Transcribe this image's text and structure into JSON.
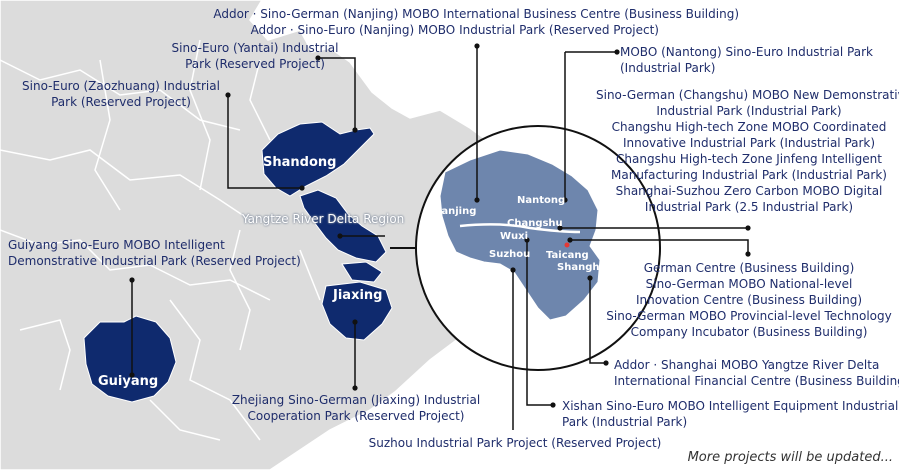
{
  "colors": {
    "land": "#dcdcdc",
    "border": "#ffffff",
    "highlight": "#0f2a6e",
    "zoom_region": "#6e86ad",
    "text": "#1f2d6b",
    "lines": "#111111"
  },
  "region_label": "Yangtze River Delta Region",
  "provinces": {
    "shandong": "Shandong",
    "jiaxing": "Jiaxing",
    "guiyang": "Guiyang"
  },
  "cities": {
    "nanjing": "Nanjing",
    "nantong": "Nantong",
    "changshu": "Changshu",
    "wuxi": "Wuxi",
    "suzhou": "Suzhou",
    "taicang": "Taicang",
    "shanghai": "Shanghai"
  },
  "labels": {
    "nanjing_top": [
      "Addor · Sino-German (Nanjing) MOBO International Business Centre (Business Building)",
      "Addor · Sino-Euro (Nanjing) MOBO Industrial Park (Reserved Project)"
    ],
    "yantai": [
      "Sino-Euro (Yantai) Industrial",
      "Park (Reserved Project)"
    ],
    "zaozhuang": [
      "Sino-Euro (Zaozhuang) Industrial",
      "Park (Reserved Project)"
    ],
    "guiyang": [
      "Guiyang Sino-Euro MOBO Intelligent",
      "Demonstrative Industrial Park (Reserved Project)"
    ],
    "jiaxing": [
      "Zhejiang Sino-German (Jiaxing) Industrial",
      "Cooperation Park (Reserved Project)"
    ],
    "suzhou": [
      "Suzhou Industrial Park Project (Reserved Project)"
    ],
    "nantong": [
      "MOBO (Nantong) Sino-Euro Industrial Park",
      "(Industrial Park)"
    ],
    "changshu": [
      "Sino-German (Changshu) MOBO New Demonstrative",
      "Industrial Park (Industrial Park)",
      "Changshu High-tech Zone MOBO Coordinated",
      "Innovative Industrial Park (Industrial Park)",
      "Changshu High-tech Zone Jinfeng Intelligent",
      "Manufacturing Industrial Park (Industrial Park)",
      "Shanghai-Suzhou Zero Carbon MOBO Digital",
      "Industrial Park (2.5 Industrial Park)"
    ],
    "taicang": [
      "German Centre (Business Building)",
      "Sino-German MOBO National-level",
      "Innovation Centre (Business Building)",
      "Sino-German MOBO Provincial-level Technology",
      "Company Incubator (Business Building)"
    ],
    "shanghai": [
      "Addor · Shanghai MOBO Yangtze River Delta",
      "International Financial Centre (Business Building)"
    ],
    "wuxi": [
      "Xishan Sino-Euro MOBO Intelligent Equipment Industrial",
      "Park (Industrial Park)"
    ]
  },
  "footer_note": "More projects will be updated..."
}
